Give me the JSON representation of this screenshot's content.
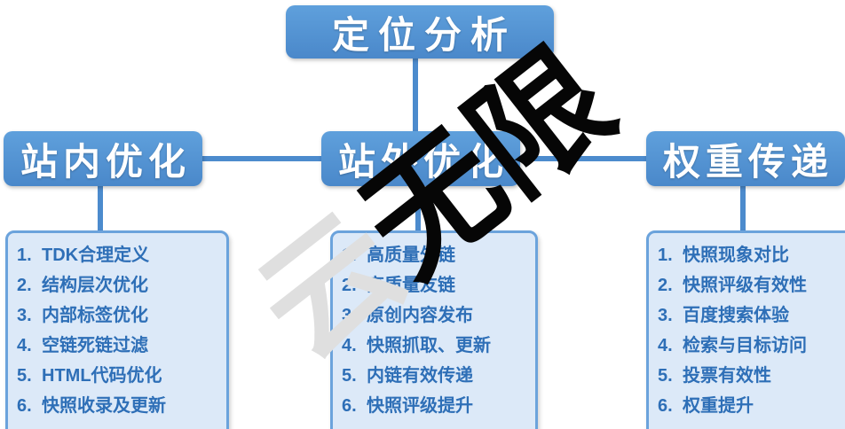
{
  "diagram": {
    "root_label": "定位分析",
    "branches": [
      {
        "title": "站内优化",
        "items": [
          {
            "num": "1.",
            "text": "TDK合理定义"
          },
          {
            "num": "2.",
            "text": "结构层次优化"
          },
          {
            "num": "3.",
            "text": "内部标签优化"
          },
          {
            "num": "4.",
            "text": "空链死链过滤"
          },
          {
            "num": "5.",
            "text": "HTML代码优化"
          },
          {
            "num": "6.",
            "text": "快照收录及更新"
          }
        ]
      },
      {
        "title": "站外优化",
        "items": [
          {
            "num": "1.",
            "text": "高质量外链"
          },
          {
            "num": "2.",
            "text": "高质量友链"
          },
          {
            "num": "3.",
            "text": "原创内容发布"
          },
          {
            "num": "4.",
            "text": "快照抓取、更新"
          },
          {
            "num": "5.",
            "text": "内链有效传递"
          },
          {
            "num": "6.",
            "text": "快照评级提升"
          }
        ]
      },
      {
        "title": "权重传递",
        "items": [
          {
            "num": "1.",
            "text": "快照现象对比"
          },
          {
            "num": "2.",
            "text": "快照评级有效性"
          },
          {
            "num": "3.",
            "text": "百度搜索体验"
          },
          {
            "num": "4.",
            "text": "检索与目标访问"
          },
          {
            "num": "5.",
            "text": "投票有效性"
          },
          {
            "num": "6.",
            "text": "权重提升"
          }
        ]
      }
    ],
    "watermark": {
      "gray": "云",
      "black": "无限"
    },
    "colors": {
      "node_blue": "#4f8ccd",
      "list_background": "#dce9f8",
      "list_border": "#6ba3dc",
      "list_text": "#2e6fb7"
    }
  }
}
